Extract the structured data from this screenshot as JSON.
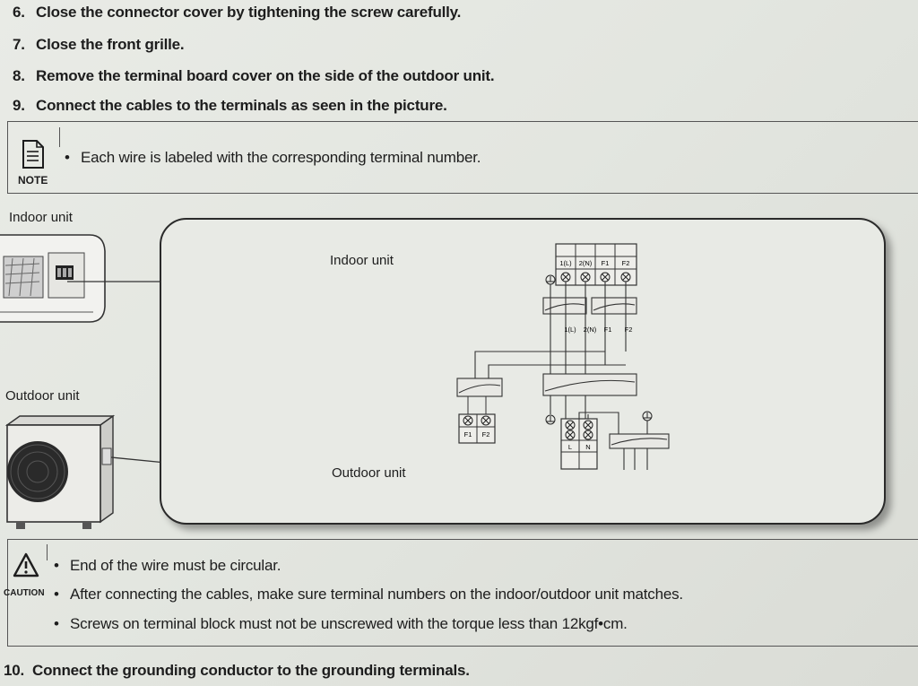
{
  "steps_top": [
    {
      "num": "6.",
      "text": "Close the connector cover by tightening the screw carefully."
    },
    {
      "num": "7.",
      "text": "Close the front grille."
    },
    {
      "num": "8.",
      "text": "Remove the terminal board cover on the side of the outdoor unit."
    },
    {
      "num": "9.",
      "text": "Connect the cables to the terminals as seen in the picture."
    }
  ],
  "note": {
    "label": "NOTE",
    "icon": "note-document-icon",
    "items": [
      "Each wire is labeled with the corresponding terminal number."
    ]
  },
  "figure": {
    "indoor_side_label": "Indoor unit",
    "outdoor_side_label": "Outdoor unit",
    "indoor_diagram_label": "Indoor unit",
    "outdoor_diagram_label": "Outdoor unit",
    "indoor_terminals": [
      "1(L)",
      "2(N)",
      "F1",
      "F2"
    ],
    "cable_labels": [
      "1(L)",
      "2(N)",
      "F1",
      "F2"
    ],
    "outdoor_comm_terminals": [
      "F1",
      "F2"
    ],
    "outdoor_power_terminals": [
      "L",
      "N"
    ]
  },
  "caution": {
    "label": "CAUTION",
    "icon": "warning-triangle-icon",
    "items": [
      "End of the wire must be circular.",
      "After connecting the cables, make sure terminal numbers on the indoor/outdoor unit matches.",
      "Screws on terminal block must not be unscrewed with the torque less than 12kgf•cm."
    ]
  },
  "steps_bottom": [
    {
      "num": "10.",
      "text": "Connect the grounding conductor to the grounding terminals."
    }
  ]
}
